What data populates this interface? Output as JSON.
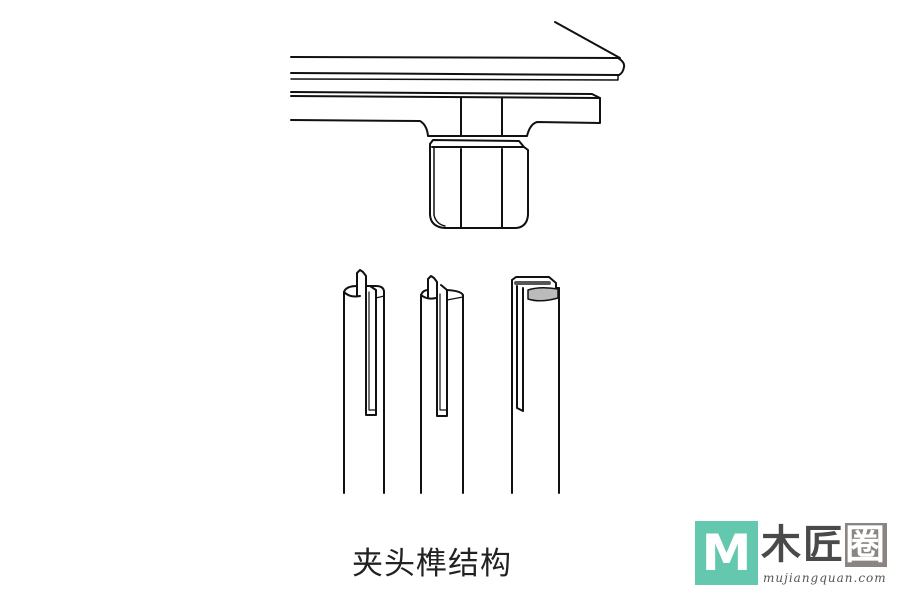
{
  "caption": "夹头榫结构",
  "logo": {
    "mark": "M",
    "name_part1": "木匠",
    "name_part2": "圈",
    "url": "mujiangquan.com",
    "accent_color": "#63c8ad"
  }
}
